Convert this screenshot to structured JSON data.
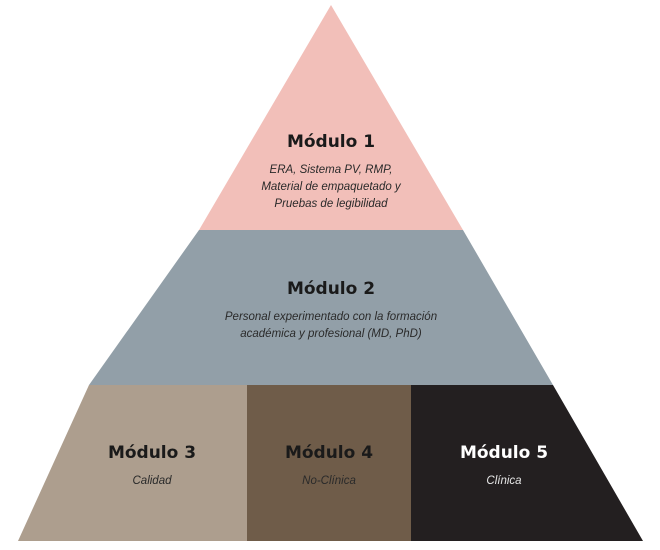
{
  "tiers": [
    {
      "title": "Módulo 1",
      "lines": [
        "ERA, Sistema PV, RMP,",
        "Material de empaquetado y",
        "Pruebas de legibilidad"
      ],
      "color": "#f2bfb9"
    },
    {
      "title": "Módulo 2",
      "lines": [
        "Personal experimentado con la formación",
        "académica y profesional (MD, PhD)"
      ],
      "color": "#929fa8"
    },
    {
      "title": "Módulo 3",
      "subtitle": "Calidad",
      "color": "#ad9e8e"
    },
    {
      "title": "Módulo 4",
      "subtitle": "No-Clínica",
      "color": "#6f5c49"
    },
    {
      "title": "Módulo 5",
      "subtitle": "Clínica",
      "color": "#231f20"
    }
  ]
}
